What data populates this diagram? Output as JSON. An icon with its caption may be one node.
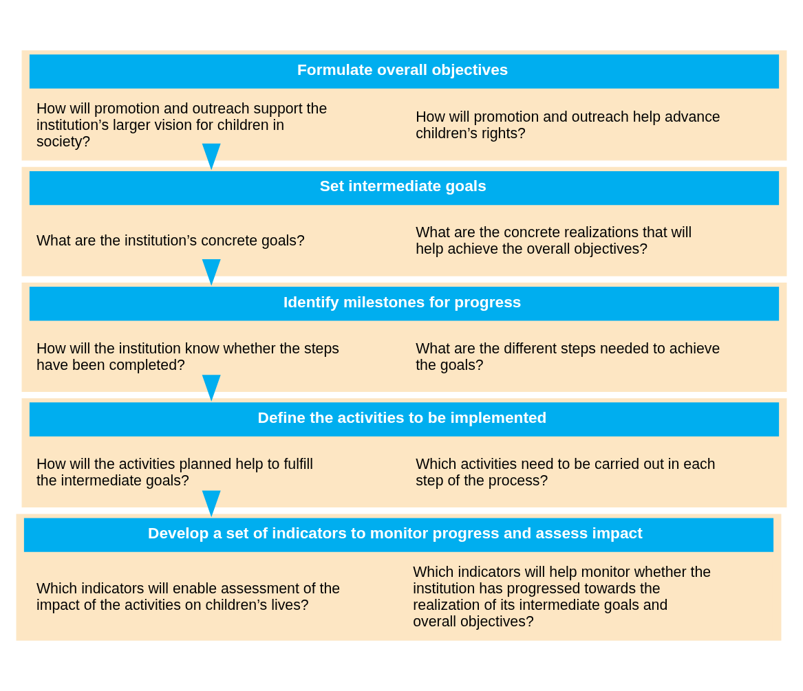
{
  "diagram": {
    "nodes": [
      {
        "text": [
          "Formulate overall objectives"
        ]
      },
      {
        "text": [
          "How will promotion and outreach help advance children’s rights?"
        ],
        "in": 0
      },
      {
        "text": [
          "How will promotion and outreach support the institution’s larger vision for children in society?"
        ],
        "in": 0
      },
      {
        "text": [
          "Set intermediate goals"
        ]
      },
      {
        "text": [
          "What are the concrete realizations that will help achieve the overall objectives?"
        ],
        "in": 3
      },
      {
        "text": [
          "What are the institution’s concrete goals?"
        ],
        "in": 3
      },
      {
        "text": [
          "Identify milestones for progress"
        ]
      },
      {
        "text": [
          "What are the different steps needed to achieve the goals?"
        ],
        "in": 6
      },
      {
        "text": [
          "How will the institution know whether the steps have been completed?"
        ],
        "in": 6
      },
      {
        "text": [
          "Define the activities to be implemented"
        ]
      },
      {
        "text": [
          "Which activities need to be carried out in each step of the process?"
        ],
        "in": 9
      },
      {
        "text": [
          "How will the activities planned help to fulfill the intermediate goals?"
        ],
        "in": 9
      },
      {
        "text": [
          "Develop a set of indicators to monitor progress and assess impact"
        ]
      },
      {
        "text": [
          "Which indicators will help monitor whether the institution has progressed towards the realization of its intermediate goals and overall objectives?"
        ],
        "in": 12
      },
      {
        "text": [
          "Which indicators will enable assessment of the impact of the activities on children’s lives?"
        ],
        "in": 12
      }
    ],
    "edges": [
      {
        "from": 0,
        "to": 3,
        "arrow": "to"
      },
      {
        "from": 3,
        "to": 6,
        "arrow": "to"
      },
      {
        "from": 6,
        "to": 9,
        "arrow": "to"
      },
      {
        "from": 9,
        "to": 12,
        "arrow": "to"
      }
    ]
  }
}
